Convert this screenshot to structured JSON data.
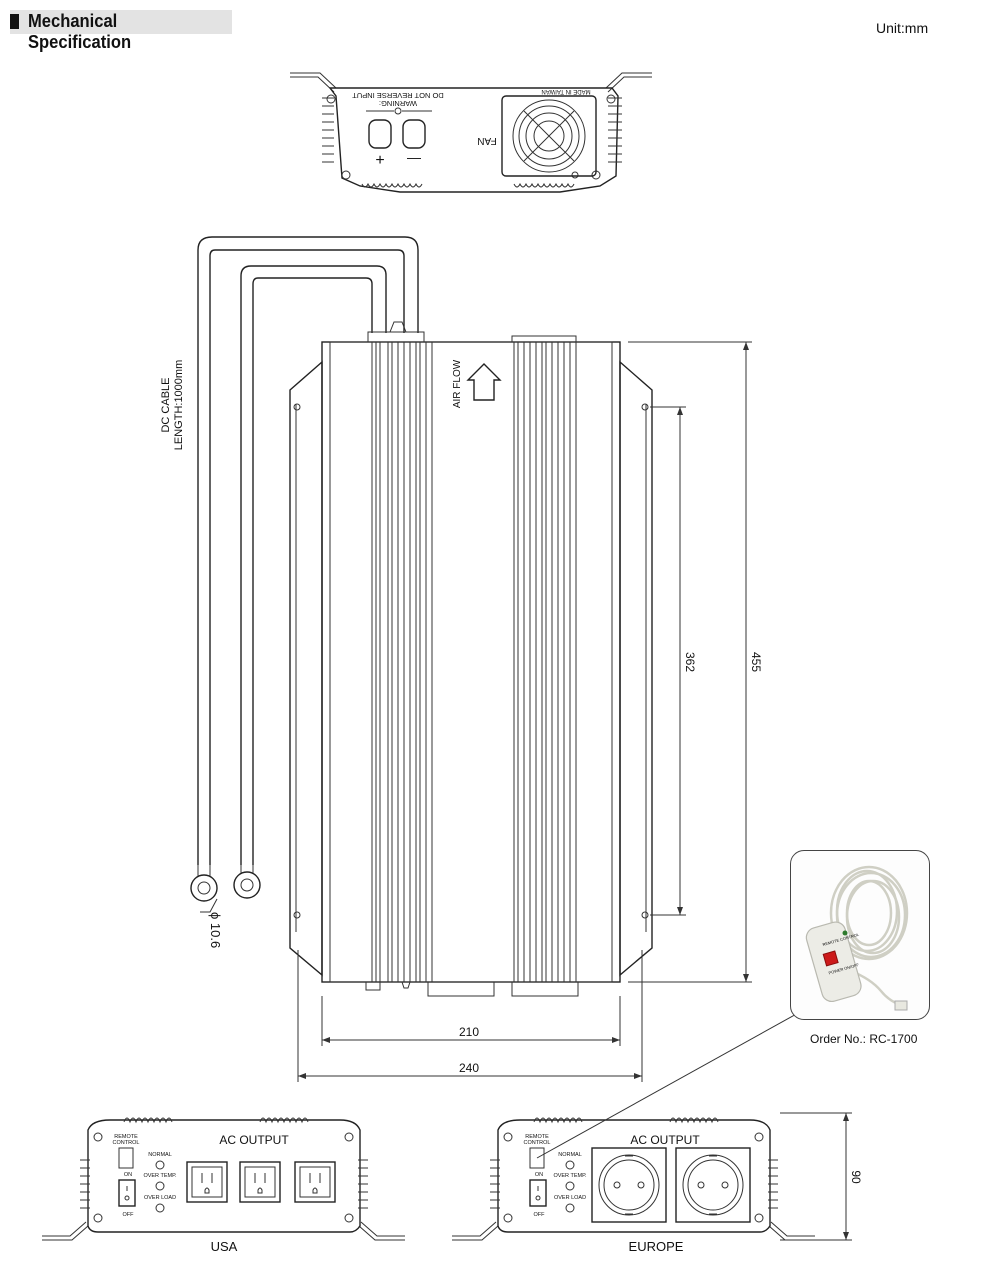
{
  "header": {
    "title": "Mechanical Specification",
    "unit": "Unit:mm"
  },
  "top_view": {
    "warning": "WARNING:",
    "do_not_reverse": "DO NOT REVERSE INPUT",
    "made_in": "MADE IN TAIWAN",
    "fan": "FAN",
    "plus": "+",
    "minus": "—"
  },
  "side_view": {
    "cable_line1": "DC CABLE",
    "cable_line2": "LENGTH:1000mm",
    "air_flow": "AIR FLOW",
    "ring_diameter": "ϕ 10.6",
    "dim_height_total": "455",
    "dim_height_holes": "362",
    "dim_width_body": "210",
    "dim_width_total": "240",
    "dim_depth": "90"
  },
  "front_panels": {
    "ac_output": "AC OUTPUT",
    "remote_control_1": "REMOTE",
    "remote_control_2": "CONTROL",
    "on": "ON",
    "off": "OFF",
    "normal": "NORMAL",
    "over_temp": "OVER TEMP.",
    "over_load": "OVER LOAD",
    "usa": "USA",
    "europe": "EUROPE"
  },
  "remote": {
    "order": "Order No.: RC-1700",
    "label_remote": "REMOTE CONTROL",
    "label_power": "POWER ON/OFF"
  }
}
